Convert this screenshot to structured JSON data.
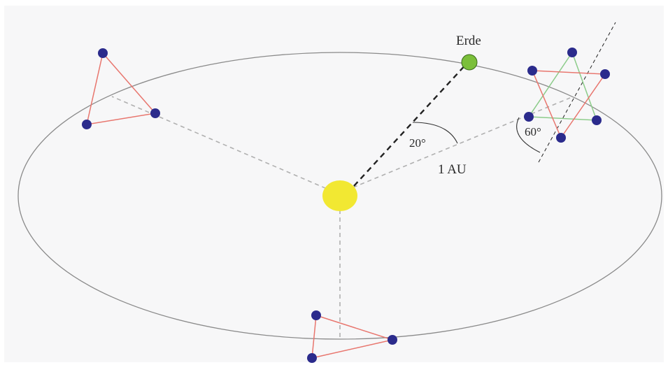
{
  "diagram": {
    "labels": {
      "earth": "Erde",
      "inclination_angle": "20°",
      "distance": "1 AU",
      "tilt_angle": "60°"
    },
    "colors": {
      "background": "#f7f7f8",
      "orbit": "#8a8a8a",
      "sun": "#f2e832",
      "earth": "#7bbf3a",
      "spacecraft": "#2b2b8c",
      "triangle_red": "#e8766e",
      "triangle_green": "#8ccc8a",
      "guide_lines": "#b0b0b0",
      "earth_line": "#222222"
    },
    "elements": {
      "sun": "sun",
      "earth": "earth",
      "spacecraft": "spacecraft-dot",
      "orbit": "ellipse"
    }
  }
}
